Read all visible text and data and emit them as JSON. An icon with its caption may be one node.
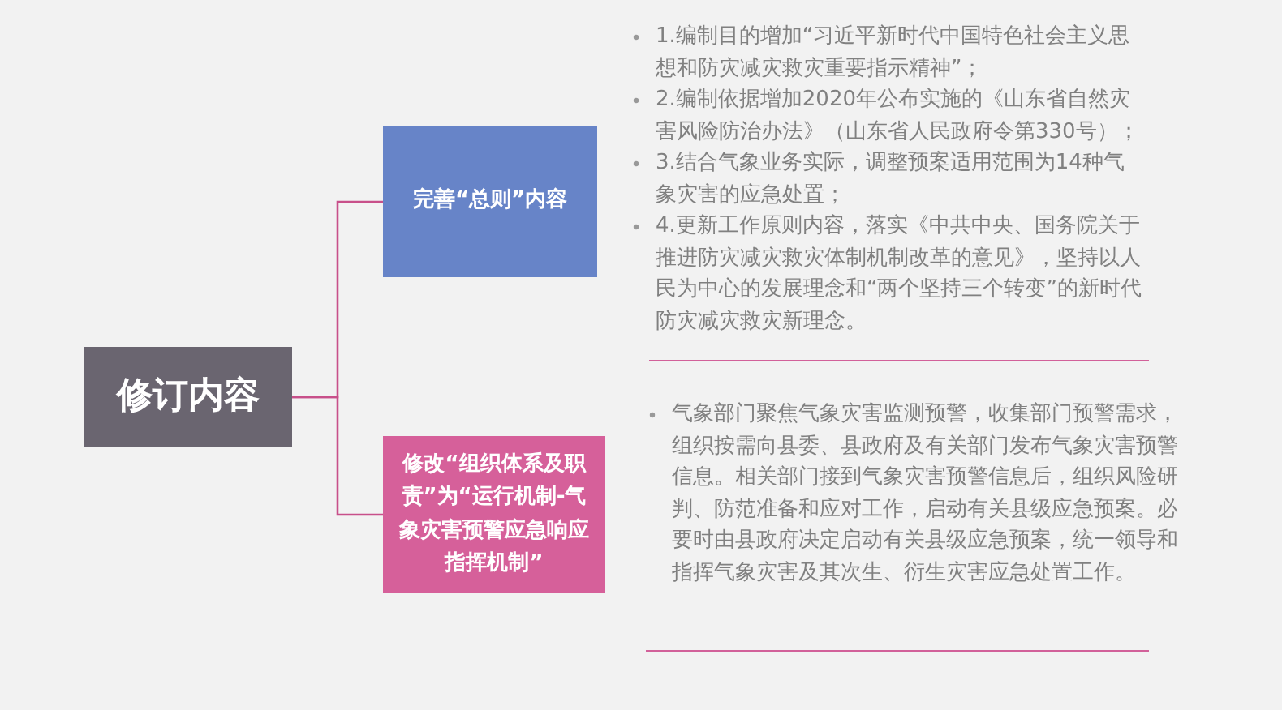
{
  "diagram": {
    "nodes": [
      {
        "text": [
          "修订内容"
        ]
      },
      {
        "text": [
          "完善“总则”内容"
        ],
        "beside": [
          "1.编制目的增加“习近平新时代中国特色社会主义思想和防灾减灾救灾重要指示精神”；",
          "2.编制依据增加2020年公布实施的《山东省自然灾害风险防治办法》（山东省人民政府令第330号）；",
          "3.结合气象业务实际，调整预案适用范围为14种气象灾害的应急处置；",
          "4.更新工作原则内容，落实《中共中央、国务院关于推进防灾减灾救灾体制机制改革的意见》，坚持以人民为中心的发展理念和“两个坚持三个转变”的新时代防灾减灾救灾新理念。"
        ]
      },
      {
        "text": [
          "修改“组织体系及职责”为“运行机制-气象灾害预警应急响应指挥机制”"
        ],
        "beside": [
          "气象部门聚焦气象灾害监测预警，收集部门预警需求，组织按需向县委、县政府及有关部门发布气象灾害预警信息。相关部门接到气象灾害预警信息后，组织风险研判、防范准备和应对工作，启动有关县级应急预案。必要时由县政府决定启动有关县级应急预案，统一领导和指挥气象灾害及其次生、衍生灾害应急处置工作。"
        ]
      }
    ],
    "edges": [
      {
        "from": 0,
        "to": 1,
        "arrow": "none"
      },
      {
        "from": 0,
        "to": 2,
        "arrow": "none"
      }
    ]
  }
}
